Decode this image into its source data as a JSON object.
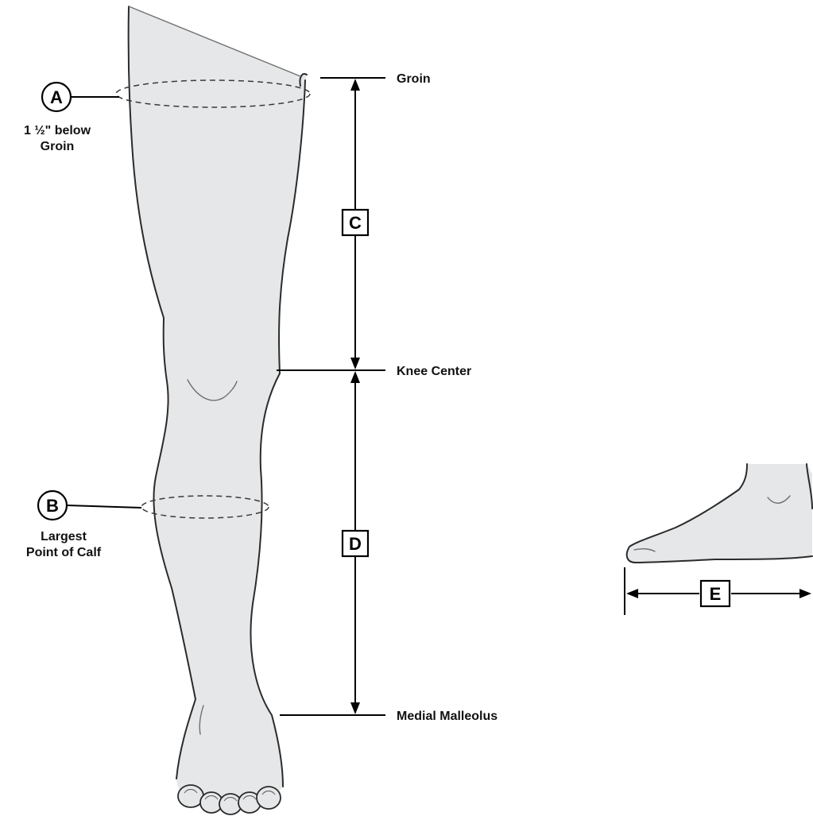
{
  "markers": {
    "a": "A",
    "b": "B",
    "c": "C",
    "d": "D",
    "e": "E"
  },
  "labels": {
    "groin": "Groin",
    "knee_center": "Knee Center",
    "medial_malleolus": "Medial Malleolus",
    "a_line1": "1 ½\" below",
    "a_line2": "Groin",
    "b_line1": "Largest",
    "b_line2": "Point of Calf"
  },
  "colors": {
    "skin": "#e6e7e8",
    "outline": "#2b2b2b",
    "ink": "#000000"
  }
}
